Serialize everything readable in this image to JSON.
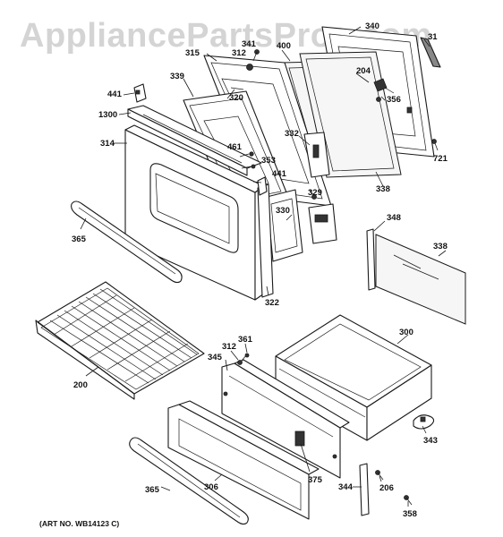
{
  "watermark": "AppliancePartsPros.com",
  "art_number": "(ART NO. WB14123 C)",
  "callouts": {
    "c341": "341",
    "c340": "340",
    "c31": "31",
    "c315": "315",
    "c312a": "312",
    "c400": "400",
    "c204": "204",
    "c441a": "441",
    "c339": "339",
    "c320": "320",
    "c356": "356",
    "c1300": "1300",
    "c314": "314",
    "c332": "332",
    "c461": "461",
    "c353": "353",
    "c441b": "441",
    "c721": "721",
    "c338a": "338",
    "c329": "329",
    "c330": "330",
    "c348": "348",
    "c365a": "365",
    "c338b": "338",
    "c322": "322",
    "c300": "300",
    "c312b": "312",
    "c361": "361",
    "c345": "345",
    "c200": "200",
    "c343": "343",
    "c375": "375",
    "c306": "306",
    "c206": "206",
    "c365b": "365",
    "c344": "344",
    "c358": "358"
  },
  "colors": {
    "line": "#1a1a1a",
    "watermark": "#d4d4d4",
    "background": "#ffffff"
  }
}
